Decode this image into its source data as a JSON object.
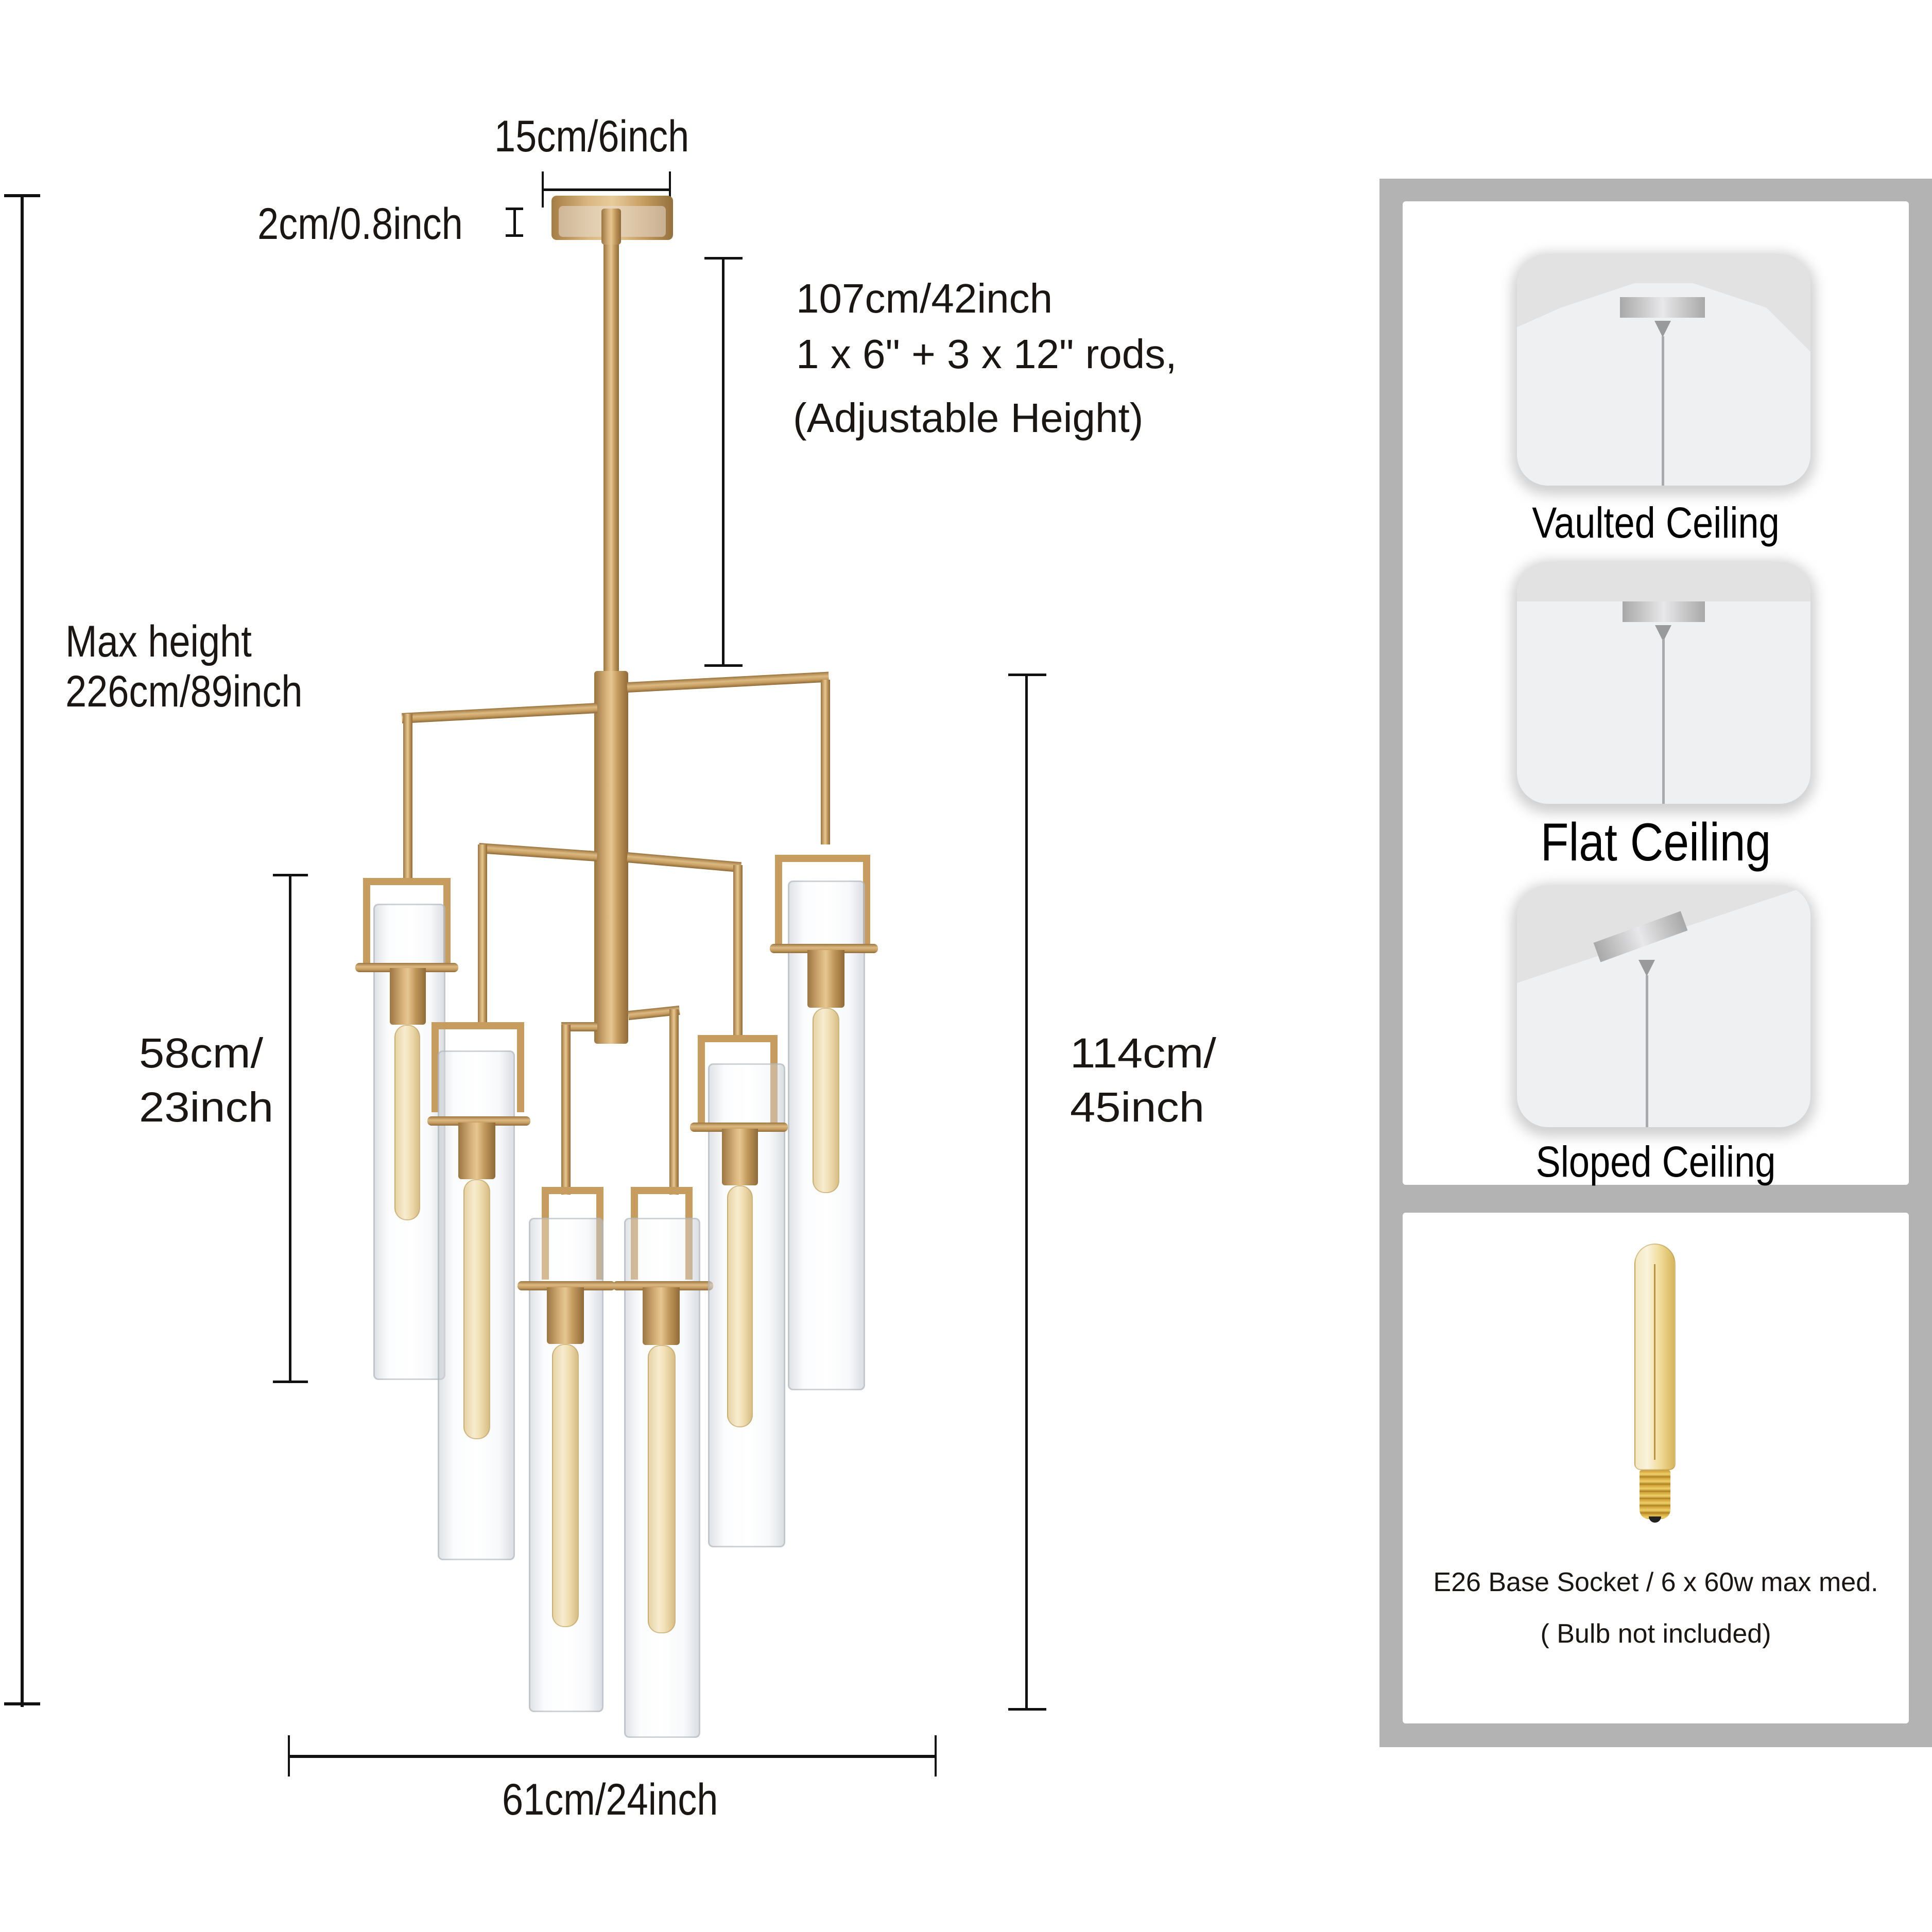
{
  "dimensions": {
    "canopy_width": "15cm/6inch",
    "canopy_height": "2cm/0.8inch",
    "rod_length": {
      "line1": "107cm/42inch",
      "line2": "1 x 6\" + 3 x 12\" rods,",
      "line3": "(Adjustable Height)"
    },
    "max_height": {
      "line1": "Max height",
      "line2": "226cm/89inch"
    },
    "shade_height": {
      "line1": "58cm/",
      "line2": "23inch"
    },
    "body_height": {
      "line1": "114cm/",
      "line2": "45inch"
    },
    "body_width": "61cm/24inch"
  },
  "product": {
    "finish_color": "#c69c5f",
    "lights": 6,
    "shade_type": "clear water glass cylinder"
  },
  "installation": {
    "options": [
      {
        "label": "Vaulted Ceiling",
        "icon": "vaulted-ceiling-icon"
      },
      {
        "label": "Flat Ceiling",
        "icon": "flat-ceiling-icon"
      },
      {
        "label": "Sloped Ceiling",
        "icon": "sloped-ceiling-icon"
      }
    ]
  },
  "bulb": {
    "spec": "E26 Base Socket / 6 x 60w max med.",
    "note": "( Bulb not included)",
    "icon": "edison-tube-bulb-icon"
  },
  "colors": {
    "frame_gray": "#b3b3b3",
    "text": "#1a1614",
    "brass": "#c69c5f"
  }
}
